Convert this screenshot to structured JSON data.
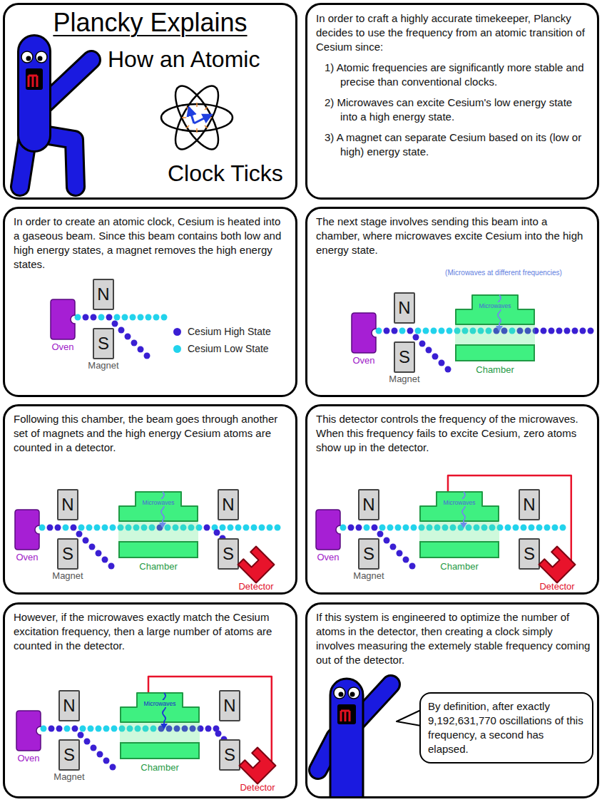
{
  "diagram": {
    "nodes": [
      {
        "text": [
          "Plancky Explains",
          "How an Atomic",
          "Clock Ticks"
        ]
      },
      {
        "text": [
          "In order to craft a highly accurate timekeeper, Plancky decides to use the frequency from an atomic transition of Cesium since:",
          "1) Atomic frequencies are significantly more stable and precise than conventional clocks.",
          "2) Microwaves can excite Cesium's low energy state into a high energy state.",
          "3) A magnet can separate Cesium based on its (low or high) energy state."
        ]
      },
      {
        "text": [
          "In order to create an atomic clock, Cesium is heated into a gaseous beam. Since this beam contains both low and high energy states, a magnet removes the high energy states."
        ]
      },
      {
        "text": [
          "Oven"
        ],
        "in": 2
      },
      {
        "text": [
          "N"
        ],
        "in": 2
      },
      {
        "text": [
          "S",
          "Magnet"
        ],
        "in": 2
      },
      {
        "text": [
          "The next stage involves sending this beam into a chamber, where microwaves excite Cesium into the high energy state."
        ]
      },
      {
        "text": [
          "Oven"
        ],
        "in": 6
      },
      {
        "text": [
          "N"
        ],
        "in": 6
      },
      {
        "text": [
          "S",
          "Magnet"
        ],
        "in": 6
      },
      {
        "text": [
          "Microwaves",
          "Chamber"
        ],
        "in": 6
      },
      {
        "text": [
          "Following this chamber, the beam goes through another set of magnets and the high energy Cesium atoms are counted in a detector."
        ]
      },
      {
        "text": [
          "Oven"
        ],
        "in": 11
      },
      {
        "text": [
          "N"
        ],
        "in": 11
      },
      {
        "text": [
          "S",
          "Magnet"
        ],
        "in": 11
      },
      {
        "text": [
          "Microwaves",
          "Chamber"
        ],
        "in": 11
      },
      {
        "text": [
          "N"
        ],
        "in": 11
      },
      {
        "text": [
          "S"
        ],
        "in": 11
      },
      {
        "text": [
          "Detector"
        ],
        "in": 11
      },
      {
        "text": [
          "This detector controls the frequency of the microwaves. When this frequency fails to excite Cesium, zero atoms show up in the detector."
        ]
      },
      {
        "text": [
          "Oven"
        ],
        "in": 19
      },
      {
        "text": [
          "N"
        ],
        "in": 19
      },
      {
        "text": [
          "S",
          "Magnet"
        ],
        "in": 19
      },
      {
        "text": [
          "Microwaves",
          "Chamber"
        ],
        "in": 19
      },
      {
        "text": [
          "N"
        ],
        "in": 19
      },
      {
        "text": [
          "S"
        ],
        "in": 19
      },
      {
        "text": [
          "Detector"
        ],
        "in": 19
      },
      {
        "text": [
          "However, if the microwaves exactly match the Cesium excitation frequency, then a large number of atoms are counted in the detector."
        ]
      },
      {
        "text": [
          "Oven"
        ],
        "in": 27
      },
      {
        "text": [
          "N"
        ],
        "in": 27
      },
      {
        "text": [
          "S",
          "Magnet"
        ],
        "in": 27
      },
      {
        "text": [
          "Microwaves",
          "Chamber"
        ],
        "in": 27
      },
      {
        "text": [
          "N"
        ],
        "in": 27
      },
      {
        "text": [
          "S"
        ],
        "in": 27
      },
      {
        "text": [
          "Detector"
        ],
        "in": 27
      },
      {
        "text": [
          "If this system is engineered to optimize the number of atoms in the detector, then creating a clock simply involves measuring the extemely stable frequency coming out of the detector."
        ]
      },
      {
        "text": [
          "By definition, after exactly 9,192,631,770 oscillations of this frequency, a second has elapsed."
        ],
        "in": 35
      }
    ],
    "edges": [
      {
        "from": 26,
        "to": 23,
        "arrow": "none"
      },
      {
        "from": 34,
        "to": 31,
        "arrow": "none"
      }
    ],
    "labels": [
      "(Microwaves at different frequencies)"
    ],
    "legend": [
      {
        "text": "Cesium High State",
        "color": "#3a1fd3"
      },
      {
        "text": "Cesium Low State",
        "color": "#22d3ec"
      }
    ]
  }
}
